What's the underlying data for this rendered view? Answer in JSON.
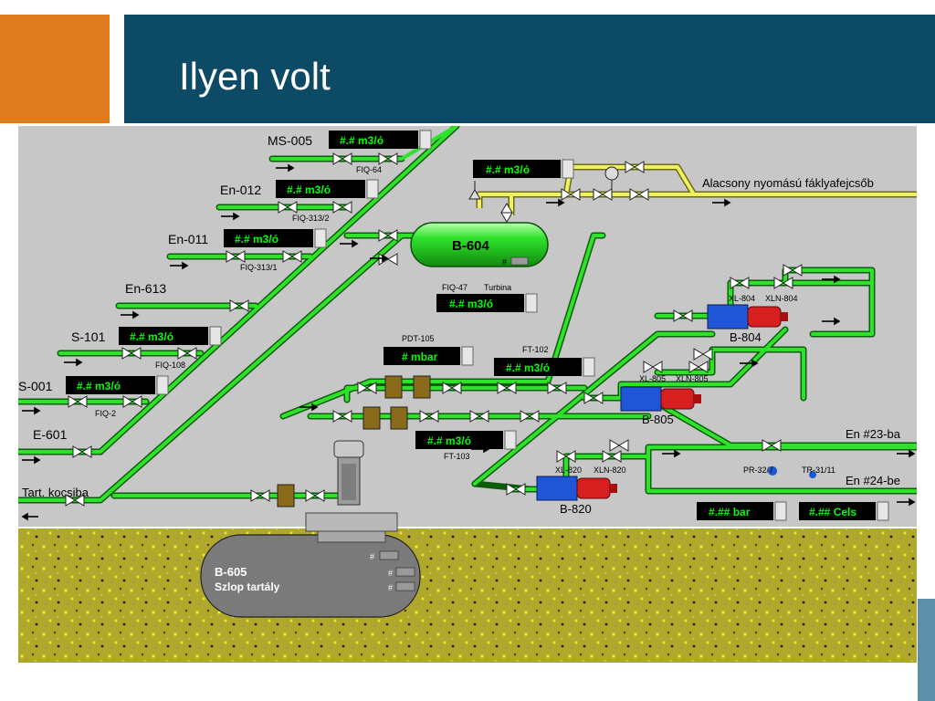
{
  "slide": {
    "title": "Ilyen volt"
  },
  "tags": {
    "ms005": "MS-005",
    "en012": "En-012",
    "en011": "En-011",
    "en613": "En-613",
    "s101": "S-101",
    "s001": "S-001",
    "e601": "E-601",
    "tart": "Tart. kocsiba",
    "b604": "B-604",
    "b605": "B-605",
    "b605_desc": "Szlop tartály",
    "flare": "Alacsony nyomású fáklyafejcsőb",
    "b804": "B-804",
    "b805": "B-805",
    "b820": "B-820",
    "en23": "En #23-ba",
    "en24": "En #24-be",
    "fiq64": "FIQ-64",
    "fiq3132": "FIQ-313/2",
    "fiq3131": "FIQ-313/1",
    "fiq108": "FIQ-108",
    "fiq2": "FIQ-2",
    "fiq47": "FIQ-47",
    "turbina": "Turbina",
    "pdt105": "PDT-105",
    "ft102": "FT-102",
    "ft103": "FT-103",
    "xl804": "XL-804",
    "xln804": "XLN-804",
    "xl805": "XL-805",
    "xln805": "XLN-805",
    "xl820": "XL-820",
    "xln820": "XLN-820",
    "pr327": "PR-32/7",
    "tr3111": "TR-31/11",
    "hash": "#"
  },
  "displays": {
    "ms005": "#.# m3/ó",
    "en012": "#.# m3/ó",
    "en011": "#.# m3/ó",
    "flare": "#.# m3/ó",
    "s101": "#.# m3/ó",
    "s001": "#.# m3/ó",
    "fiq47": "#.# m3/ó",
    "pdt105": "# mbar",
    "ft102": "#.# m3/ó",
    "ft103": "#.# m3/ó",
    "pr327": "#.## bar",
    "tr3111": "#.## Cels",
    "b604": "#"
  },
  "colors": {
    "pipe": "#22c51f",
    "pipe_dark": "#0d5c0c",
    "gas_pipe": "#e8e84a",
    "display_bg": "#000000",
    "display_text": "#00ff00",
    "pump_blue": "#1f56d8",
    "motor_red": "#d81f1f",
    "ground": "#b8b02a"
  }
}
